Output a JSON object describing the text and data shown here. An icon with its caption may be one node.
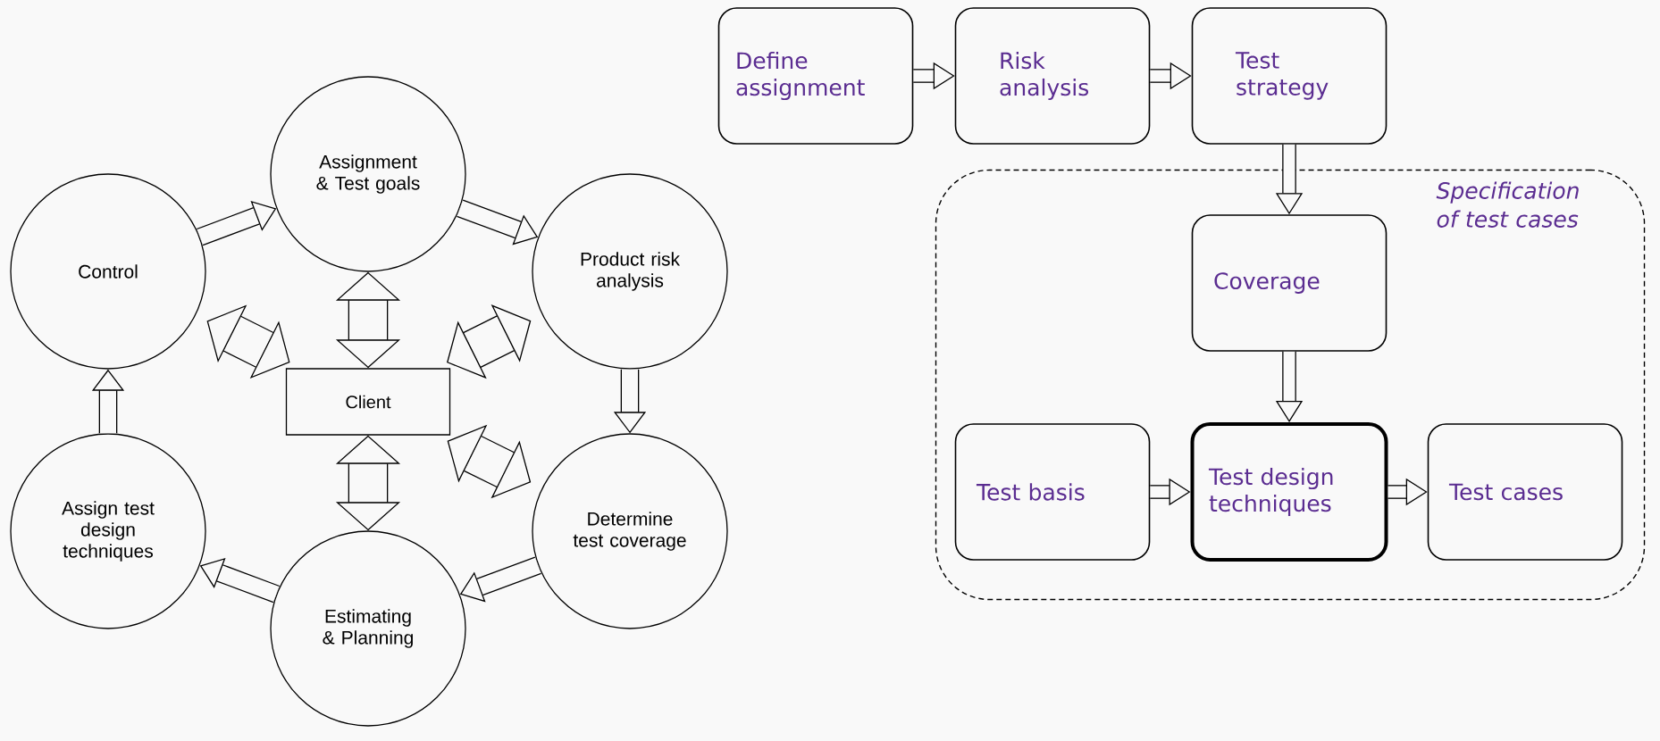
{
  "diagram": {
    "nodes": [
      {
        "text": [
          "Assignment & Test goals"
        ]
      },
      {
        "text": [
          "Product risk analysis"
        ]
      },
      {
        "text": [
          "Determine test coverage"
        ]
      },
      {
        "text": [
          "Estimating & Planning"
        ]
      },
      {
        "text": [
          "Assign test design techniques"
        ]
      },
      {
        "text": [
          "Control"
        ]
      },
      {
        "text": [
          "Client"
        ]
      },
      {
        "text": [
          "Define assignment"
        ]
      },
      {
        "text": [
          "Risk analysis"
        ]
      },
      {
        "text": [
          "Test strategy"
        ]
      },
      {
        "text": [
          "Specification of test cases"
        ]
      },
      {
        "text": [
          "Coverage"
        ],
        "in": 10
      },
      {
        "text": [
          "Test basis"
        ],
        "in": 10
      },
      {
        "text": [
          "Test design techniques"
        ],
        "in": 10
      },
      {
        "text": [
          "Test cases"
        ],
        "in": 10
      }
    ],
    "edges": [
      {
        "from": 5,
        "to": 0,
        "arrow": "to"
      },
      {
        "from": 0,
        "to": 1,
        "arrow": "to"
      },
      {
        "from": 1,
        "to": 2,
        "arrow": "to"
      },
      {
        "from": 2,
        "to": 3,
        "arrow": "to"
      },
      {
        "from": 3,
        "to": 4,
        "arrow": "to"
      },
      {
        "from": 4,
        "to": 5,
        "arrow": "to"
      },
      {
        "from": 6,
        "to": 0,
        "arrow": "both",
        "style": "thick"
      },
      {
        "from": 6,
        "to": 1,
        "arrow": "both",
        "style": "thick"
      },
      {
        "from": 6,
        "to": 2,
        "arrow": "both",
        "style": "thick"
      },
      {
        "from": 6,
        "to": 3,
        "arrow": "both",
        "style": "thick"
      },
      {
        "from": 6,
        "to": 5,
        "arrow": "both",
        "style": "thick"
      },
      {
        "from": 7,
        "to": 8,
        "arrow": "to"
      },
      {
        "from": 8,
        "to": 9,
        "arrow": "to"
      },
      {
        "from": 9,
        "to": 11,
        "arrow": "to"
      },
      {
        "from": 11,
        "to": 13,
        "arrow": "to"
      },
      {
        "from": 12,
        "to": 13,
        "arrow": "to"
      },
      {
        "from": 13,
        "to": 14,
        "arrow": "to"
      }
    ]
  }
}
